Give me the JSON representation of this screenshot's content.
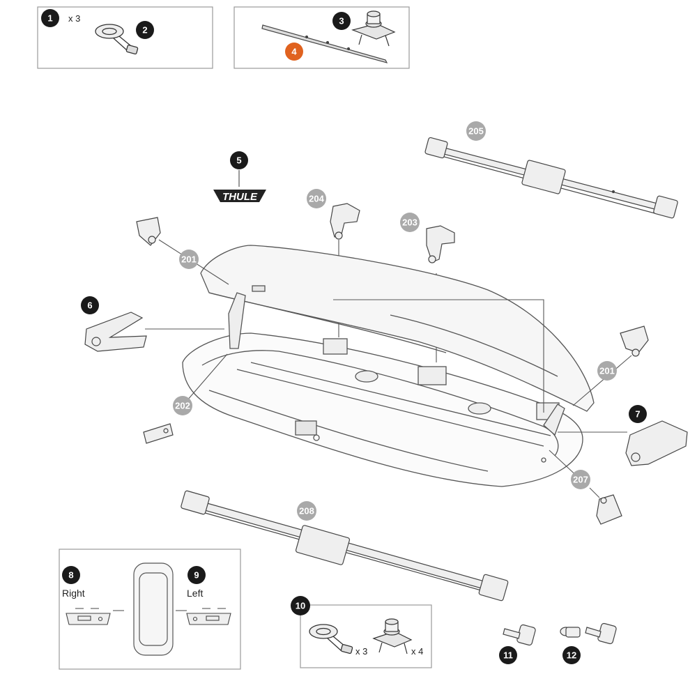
{
  "colors": {
    "badge_black": "#1a1a1a",
    "badge_gray": "#a9a9a9",
    "badge_orange": "#e0621f",
    "line": "#555555",
    "panel_border": "#9a9a9a"
  },
  "badges": {
    "b1": "1",
    "b2": "2",
    "b3": "3",
    "b4": "4",
    "b5": "5",
    "b6": "6",
    "b7": "7",
    "b8": "8",
    "b9": "9",
    "b10": "10",
    "b11": "11",
    "b12": "12",
    "b201a": "201",
    "b201b": "201",
    "b202": "202",
    "b203": "203",
    "b204": "204",
    "b205": "205",
    "b207": "207",
    "b208": "208"
  },
  "quantities": {
    "q1": "x 3",
    "q10_strap": "x 3",
    "q10_clamp": "x 4"
  },
  "labels": {
    "right": "Right",
    "left": "Left"
  },
  "logo_text": "THULE",
  "icons": {
    "strap": "strap-icon",
    "clamp": "mounting-clamp-icon",
    "rail": "rail-icon",
    "box": "roof-box-icon",
    "hinge": "hinge-icon",
    "key": "key-icon",
    "lock": "lock-cylinder-icon",
    "crossbar": "crossbar-icon"
  }
}
